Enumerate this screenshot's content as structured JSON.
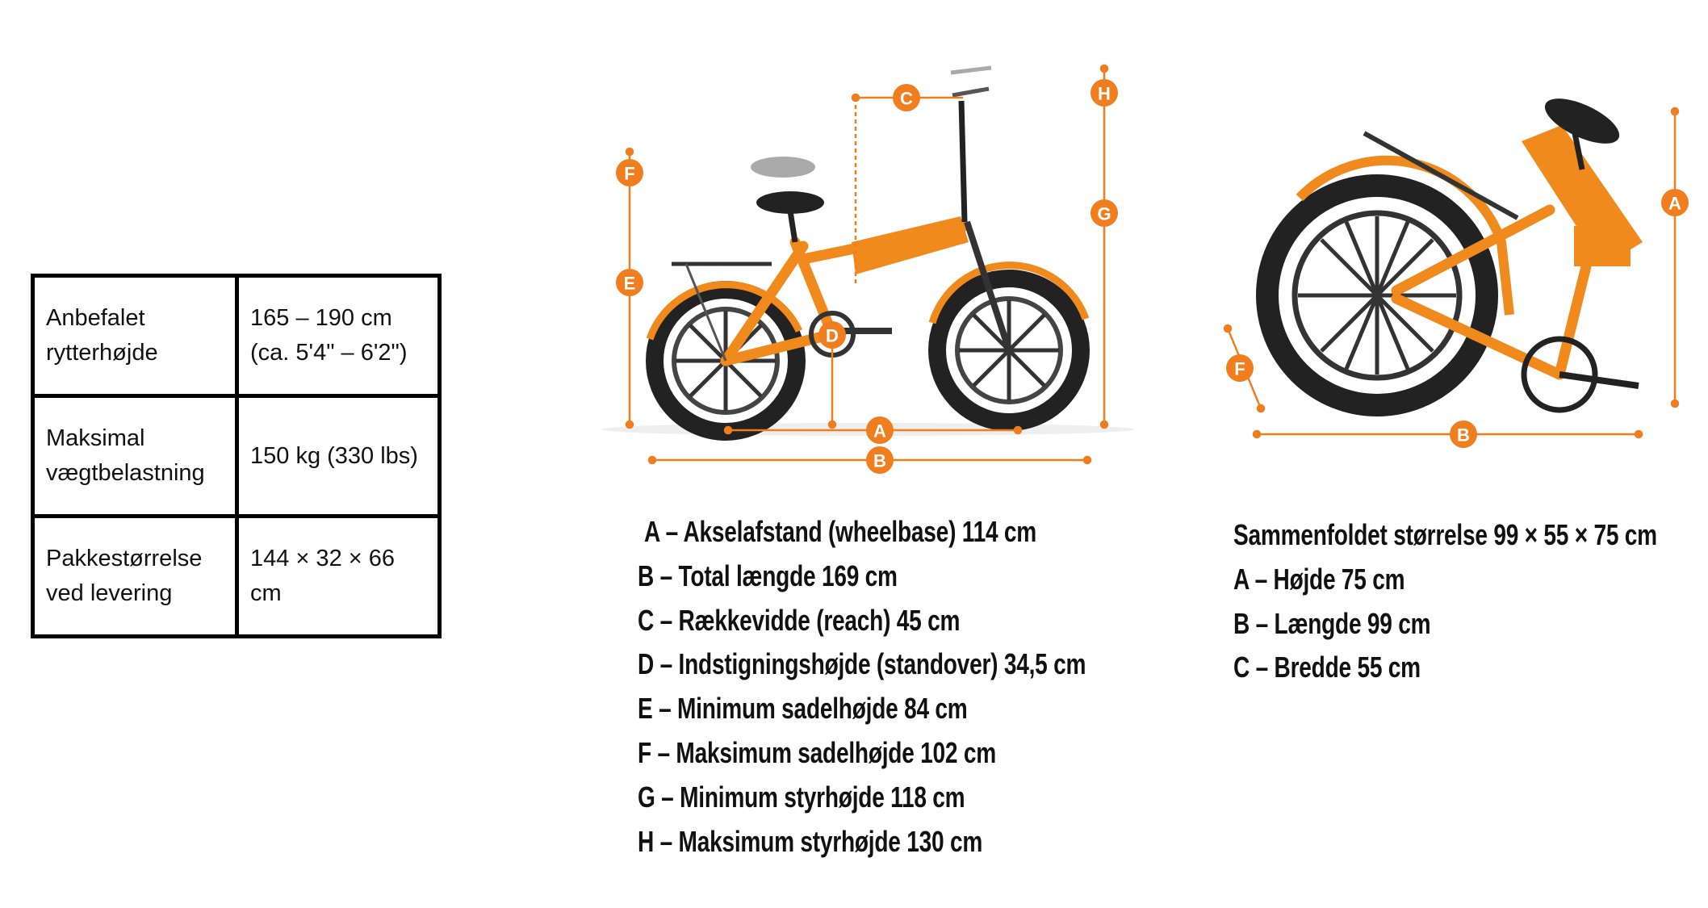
{
  "colors": {
    "accent": "#f07d1e",
    "frame": "#f08a1c",
    "tire": "#222222"
  },
  "table": {
    "rows": [
      {
        "label": "Anbefalet rytterhøjde",
        "value": "165 – 190 cm (ca. 5'4\" – 6'2\")"
      },
      {
        "label": "Maksimal vægtbelastning",
        "value": "150 kg (330 lbs)"
      },
      {
        "label": "Pakkestørrelse ved levering",
        "value": "144 × 32 × 66 cm"
      }
    ]
  },
  "bike_diagram": {
    "markers": {
      "A": "A",
      "B": "B",
      "C": "C",
      "D": "D",
      "E": "E",
      "F": "F",
      "G": "G",
      "H": "H"
    }
  },
  "folded_diagram": {
    "markers": {
      "A": "A",
      "B": "B",
      "F": "F"
    }
  },
  "specs": [
    "A – Akselafstand (wheelbase) 114 cm",
    "B – Total længde 169 cm",
    "C – Rækkevidde (reach) 45 cm",
    "D – Indstigningshøjde (standover) 34,5 cm",
    "E – Minimum sadelhøjde 84 cm",
    "F – Maksimum sadelhøjde 102 cm",
    "G – Minimum styrhøjde 118 cm",
    "H – Maksimum styrhøjde 130 cm"
  ],
  "folded": [
    "Sammenfoldet størrelse 99 × 55 × 75 cm",
    "A – Højde 75 cm",
    "B – Længde 99 cm",
    "C – Bredde 55 cm"
  ]
}
